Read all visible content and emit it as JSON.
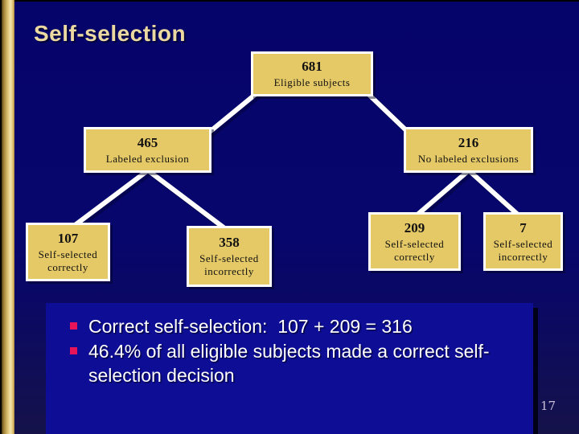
{
  "slide": {
    "title": "Self-selection",
    "page_number": "17"
  },
  "tree": {
    "nodes": [
      {
        "id": "root",
        "value": "681",
        "label": "Eligible subjects"
      },
      {
        "id": "left",
        "value": "465",
        "label": "Labeled exclusion"
      },
      {
        "id": "right",
        "value": "216",
        "label": "No labeled exclusions"
      },
      {
        "id": "left-left",
        "value": "107",
        "label": "Self-selected correctly"
      },
      {
        "id": "left-right",
        "value": "358",
        "label": "Self-selected incorrectly"
      },
      {
        "id": "right-left",
        "value": "209",
        "label": "Self-selected correctly"
      },
      {
        "id": "right-right",
        "value": "7",
        "label": "Self-selected incorrectly"
      }
    ],
    "edges": [
      "681-465",
      "681-216",
      "465-107",
      "465-358",
      "216-209",
      "216-7"
    ]
  },
  "summary": {
    "bullets": [
      "Correct self-selection:  107 + 209 = 316",
      "46.4% of all eligible subjects made a correct self-selection decision"
    ]
  },
  "colors": {
    "background": "#06056a",
    "panel": "#0d0d96",
    "node_fill": "#e5c966",
    "node_border": "#ffffff",
    "title_text": "#ecd9a1",
    "bullet_marker": "#e8145a",
    "connector": "#ffffff",
    "gold_bar": "#d9bd6e"
  }
}
